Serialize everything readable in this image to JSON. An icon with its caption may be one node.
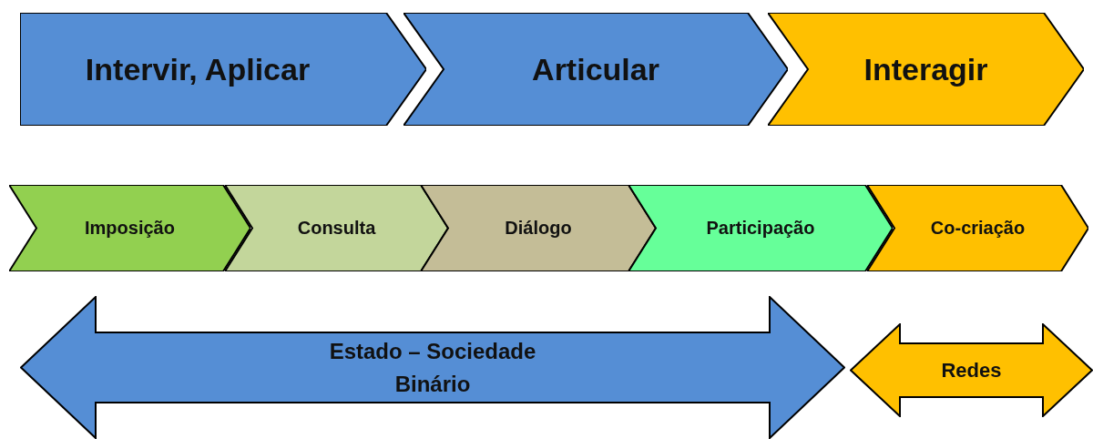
{
  "diagram": {
    "nodes": [
      {
        "text": [
          "Intervir, Aplicar"
        ]
      },
      {
        "text": [
          "Articular"
        ]
      },
      {
        "text": [
          "Interagir"
        ]
      },
      {
        "text": [
          "Imposição"
        ]
      },
      {
        "text": [
          "Consulta"
        ]
      },
      {
        "text": [
          "Diálogo"
        ]
      },
      {
        "text": [
          "Participação"
        ]
      },
      {
        "text": [
          "Co-criação"
        ]
      },
      {
        "text": [
          "Estado – Sociedade Binário"
        ]
      },
      {
        "text": [
          "Redes"
        ]
      }
    ]
  }
}
